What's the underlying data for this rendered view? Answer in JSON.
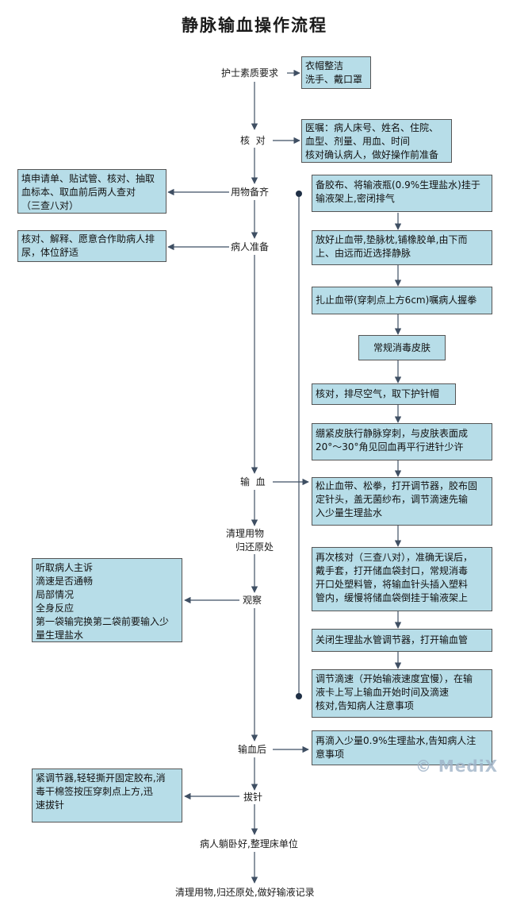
{
  "title": "静脉输血操作流程",
  "main_steps": {
    "s1": "护士素质要求",
    "s2": "核  对",
    "s3": "用物备齐",
    "s4": "病人准备",
    "s5": "输  血",
    "s6a": "清理用物",
    "s6b": "归还原处",
    "s7": "观察",
    "s8": "输血后",
    "s9": "拔针",
    "s10": "病人躺卧好,整理床单位",
    "s11": "清理用物,归还原处,做好输液记录"
  },
  "notes": {
    "n1": "衣帽整洁\n洗手、戴口罩",
    "n2": "医嘱：病人床号、姓名、住院、\n血型、剂量、用血、时间\n核对确认病人，做好操作前准备",
    "n3": "填申请单、贴试管、核对、抽取\n血标本、取血前后两人查对\n（三查八对）",
    "n4": "核对、解释、愿意合作助病人排\n尿，体位舒适",
    "n5": "听取病人主诉\n滴速是否通畅\n局部情况\n全身反应\n第一袋输完换第二袋前要输入少\n量生理盐水",
    "n6": "再滴入少量0.9%生理盐水,告知病人注\n意事项",
    "n7": "紧调节器,轻轻撕开固定胶布,消\n毒干棉签按压穿刺点上方,迅\n速拔针"
  },
  "procedure": {
    "p1": "备胶布、将输液瓶(0.9%生理盐水)挂于\n输液架上,密闭排气",
    "p2": "放好止血带,垫脉枕,铺橡胶单,由下而\n上、由远而近选择静脉",
    "p3": "扎止血带(穿刺点上方6cm)嘱病人握拳",
    "p4": "常规消毒皮肤",
    "p5": "核对，排尽空气，取下护针帽",
    "p6": "绷紧皮肤行静脉穿刺，与皮肤表面成\n20°～30°角见回血再平行进针少许",
    "p7": "松止血带、松拳，打开调节器，胶布固\n定针头，盖无菌纱布，调节滴速先输\n入少量生理盐水",
    "p8": "再次核对（三查八对），准确无误后，\n戴手套，打开储血袋封口，常规消毒\n开口处塑料管，将输血针头插入塑料\n管内，缓慢将储血袋倒挂于输液架上",
    "p9": "关闭生理盐水管调节器，打开输血管",
    "p10": "调节滴速（开始输液速度宜慢），在输\n液卡上写上输血开始时间及滴速\n核对,告知病人注意事项"
  },
  "watermark": "© MediX",
  "colors": {
    "box_fill": "#b7dde8",
    "line": "#3f4f63",
    "box_border": "#555555"
  }
}
